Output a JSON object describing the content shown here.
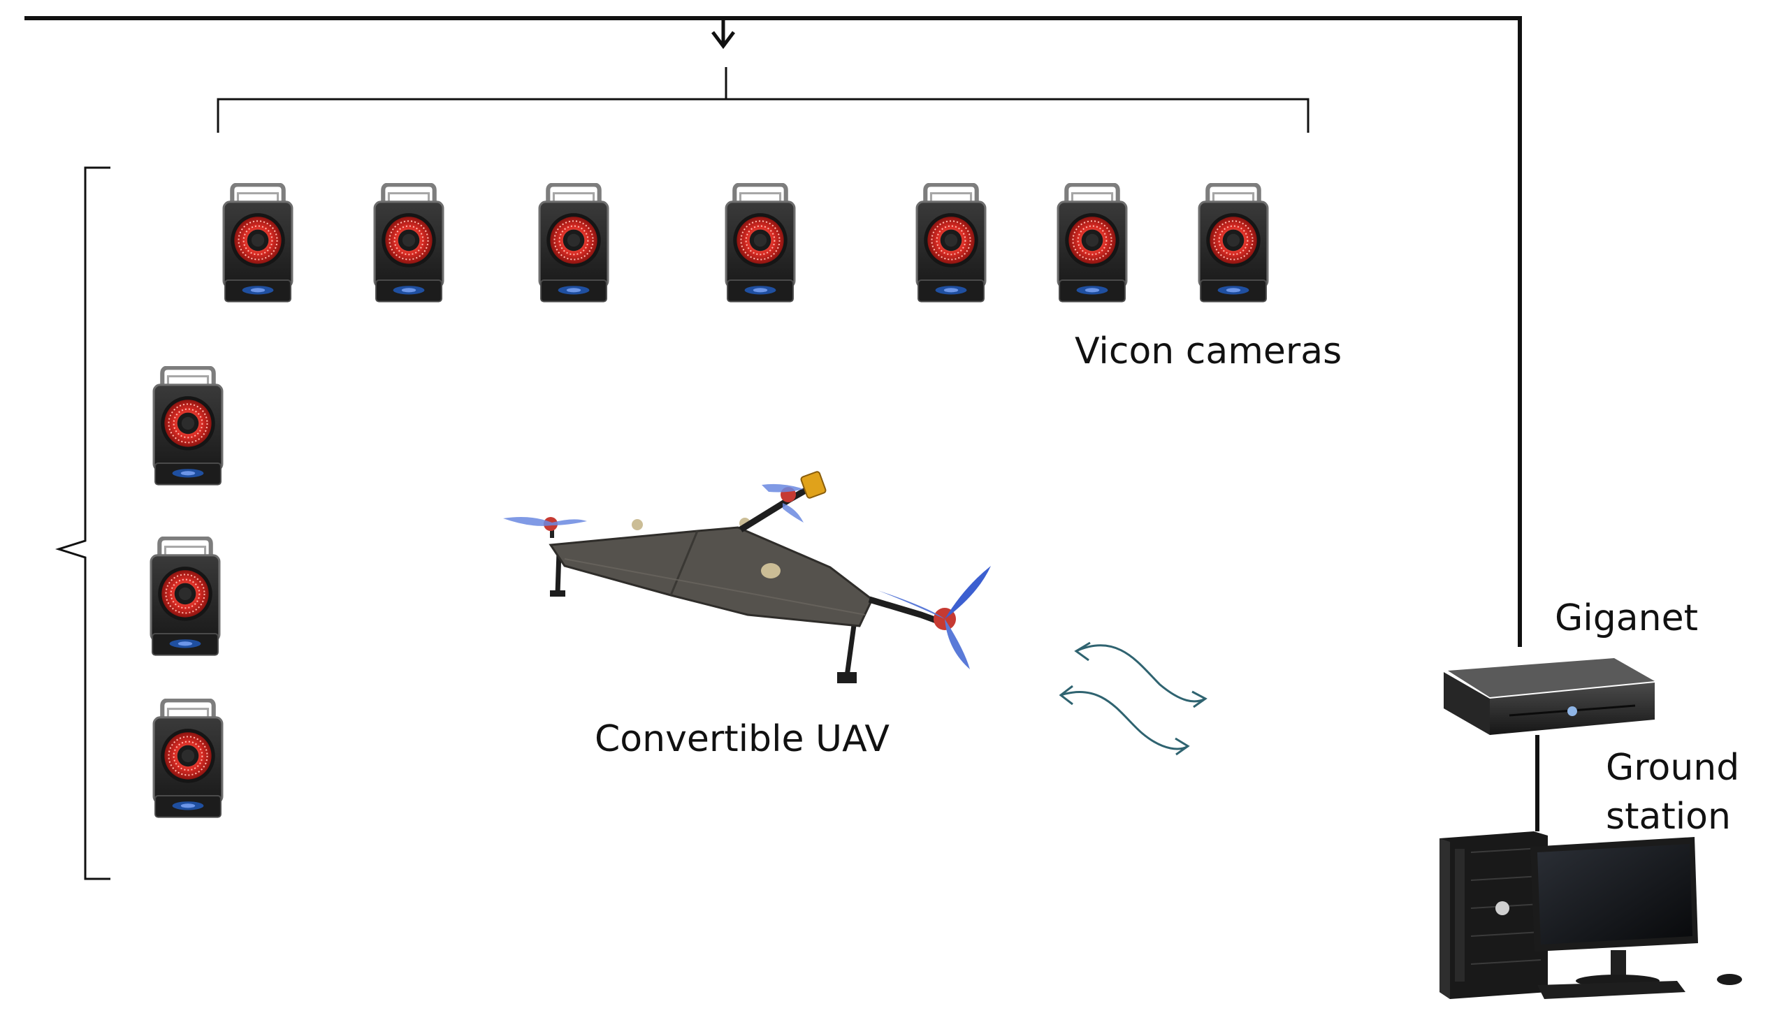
{
  "labels": {
    "vicon_cameras": "Vicon cameras",
    "convertible_uav": "Convertible UAV",
    "giganet": "Giganet",
    "ground_station": "Ground station"
  },
  "nodes": [
    {
      "id": "vicon-cameras",
      "label": "Vicon cameras",
      "count": 10
    },
    {
      "id": "convertible-uav",
      "label": "Convertible UAV"
    },
    {
      "id": "giganet",
      "label": "Giganet"
    },
    {
      "id": "ground-station",
      "label": "Ground station"
    }
  ],
  "edges": [
    {
      "from": "giganet",
      "to": "vicon-cameras",
      "style": "wired"
    },
    {
      "from": "giganet",
      "to": "ground-station",
      "style": "wired"
    },
    {
      "from": "ground-station",
      "to": "convertible-uav",
      "style": "wireless",
      "direction": "bidirectional"
    }
  ],
  "colors": {
    "line": "#111111",
    "wireless": "#2f6370",
    "camera_body": "#2a2a2a",
    "camera_ring": "#d62a23",
    "camera_base_light": "#1f4fa0",
    "uav_wing": "#55524d",
    "propeller": "#5a7ad8",
    "background": "#ffffff"
  }
}
